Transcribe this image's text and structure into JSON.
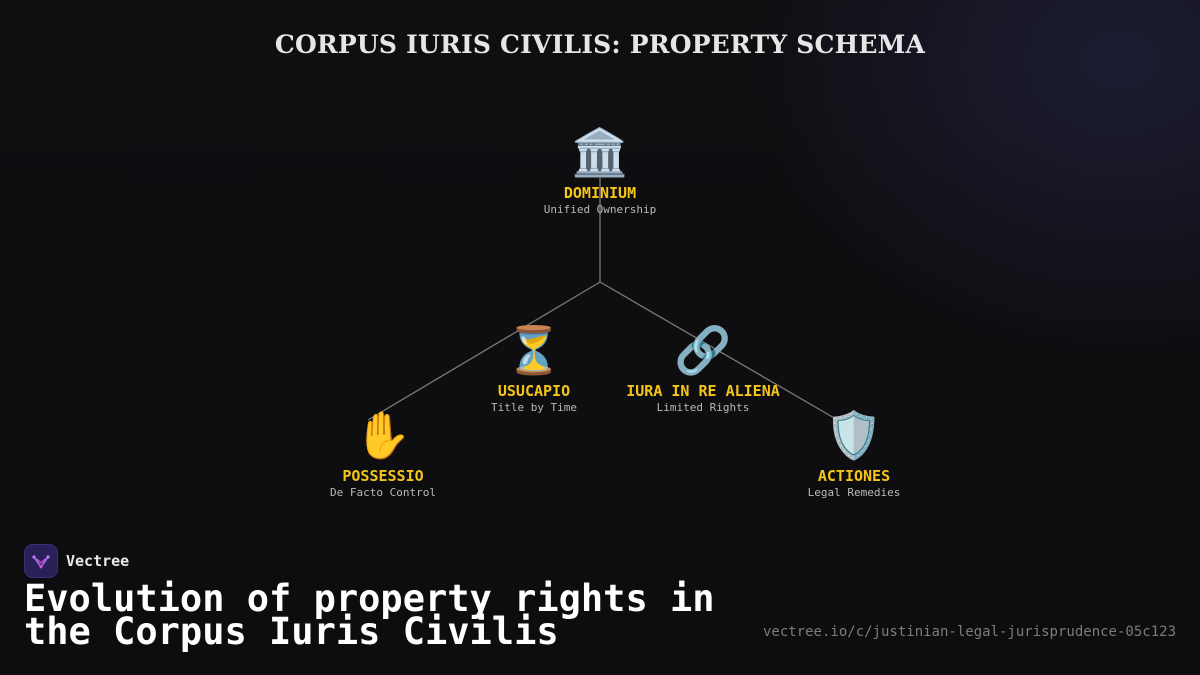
{
  "diagram": {
    "title": "CORPUS IURIS CIVILIS: PROPERTY SCHEMA",
    "nodes": {
      "dominium": {
        "icon": "🏛️",
        "icon_name": "classical-building-icon",
        "label": "DOMINIUM",
        "sub": "Unified Ownership"
      },
      "usucapio": {
        "icon": "⏳",
        "icon_name": "hourglass-icon",
        "label": "USUCAPIO",
        "sub": "Title by Time"
      },
      "iura": {
        "icon": "🔗",
        "icon_name": "chain-link-icon",
        "label": "IURA IN RE ALIENA",
        "sub": "Limited Rights"
      },
      "possessio": {
        "icon": "✋",
        "icon_name": "raised-hand-icon",
        "label": "POSSESSIO",
        "sub": "De Facto Control"
      },
      "actiones": {
        "icon": "🛡️",
        "icon_name": "shield-icon",
        "label": "ACTIONES",
        "sub": "Legal Remedies"
      }
    },
    "colors": {
      "label": "#f5c518",
      "edge": "#7a7a7a"
    }
  },
  "footer": {
    "brand": "Vectree",
    "brand_icon": "vectree-logo-icon",
    "headline": "Evolution of property rights in the Corpus Iuris Civilis",
    "url": "vectree.io/c/justinian-legal-jurisprudence-05c123"
  }
}
